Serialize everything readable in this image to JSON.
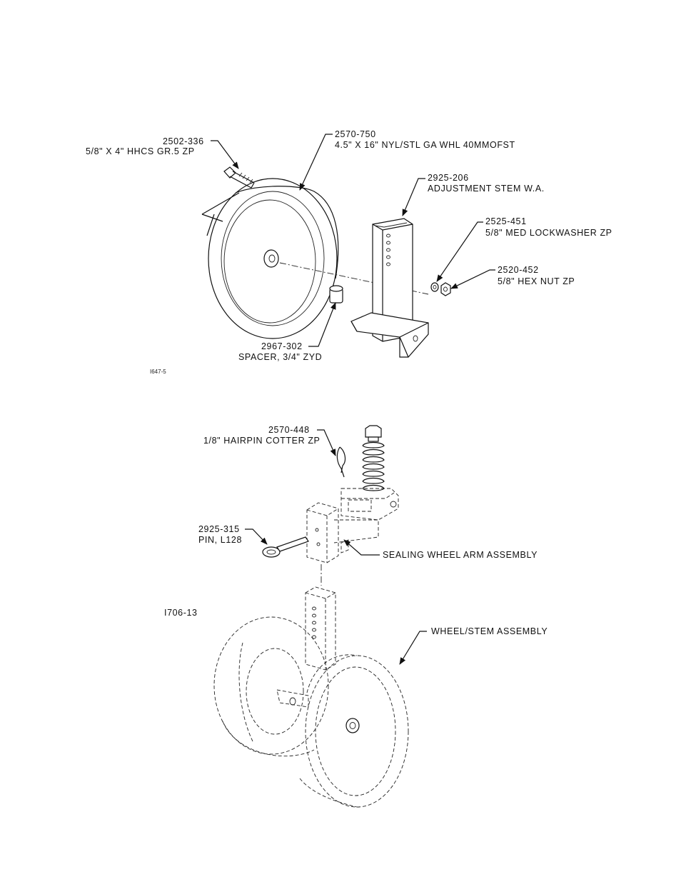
{
  "figure_top": {
    "code": "I647-5",
    "callouts": [
      {
        "part": "2502-336",
        "desc": "5/8\" X 4\" HHCS GR.5 ZP"
      },
      {
        "part": "2570-750",
        "desc": "4.5\" X 16\" NYL/STL GA WHL 40MMOFST"
      },
      {
        "part": "2925-206",
        "desc": "ADJUSTMENT STEM W.A."
      },
      {
        "part": "2525-451",
        "desc": "5/8\" MED LOCKWASHER ZP"
      },
      {
        "part": "2520-452",
        "desc": "5/8\" HEX NUT ZP"
      },
      {
        "part": "2967-302",
        "desc": "SPACER, 3/4\" ZYD"
      }
    ]
  },
  "figure_bottom": {
    "code": "I706-13",
    "callouts": [
      {
        "part": "2570-448",
        "desc": "1/8\" HAIRPIN COTTER ZP"
      },
      {
        "part": "2925-315",
        "desc": "PIN, L128"
      },
      {
        "part": "",
        "desc": "SEALING WHEEL ARM ASSEMBLY"
      },
      {
        "part": "",
        "desc": "WHEEL/STEM ASSEMBLY"
      }
    ]
  }
}
